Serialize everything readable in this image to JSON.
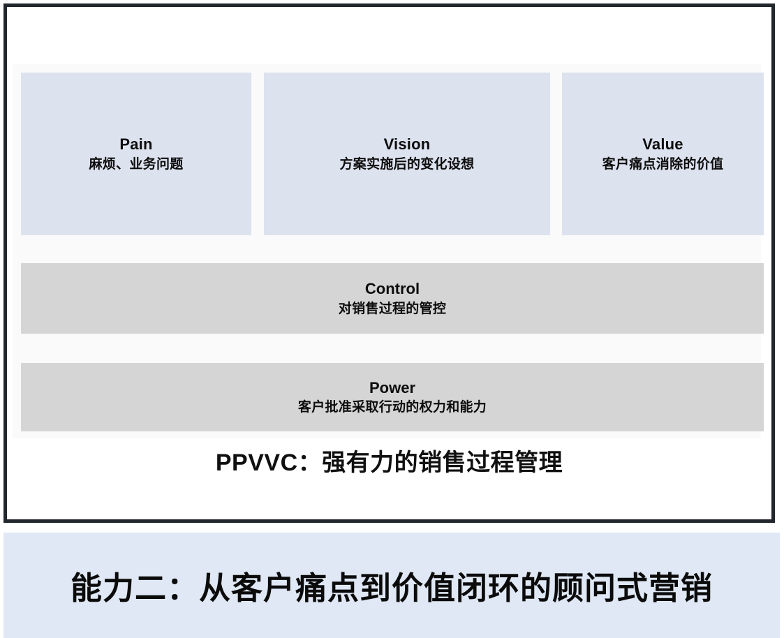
{
  "slide": {
    "diagram": {
      "top_boxes": [
        {
          "title": "Pain",
          "subtitle": "麻烦、业务问题"
        },
        {
          "title": "Vision",
          "subtitle": "方案实施后的变化设想"
        },
        {
          "title": "Value",
          "subtitle": "客户痛点消除的价值"
        }
      ],
      "bars": [
        {
          "title": "Control",
          "subtitle": "对销售过程的管控"
        },
        {
          "title": "Power",
          "subtitle": "客户批准采取行动的权力和能力"
        }
      ],
      "caption": "PPVVC：强有力的销售过程管理"
    },
    "footer_banner": {
      "text": "能力二：从客户痛点到价值闭环的顾问式营销"
    },
    "colors": {
      "box_blue": "#dde2ef",
      "bar_gray": "#d5d5d5",
      "banner_blue": "#dfe8f4",
      "frame_border": "#22272e",
      "canvas": "#fafafa",
      "text": "#0d0d0d"
    }
  }
}
